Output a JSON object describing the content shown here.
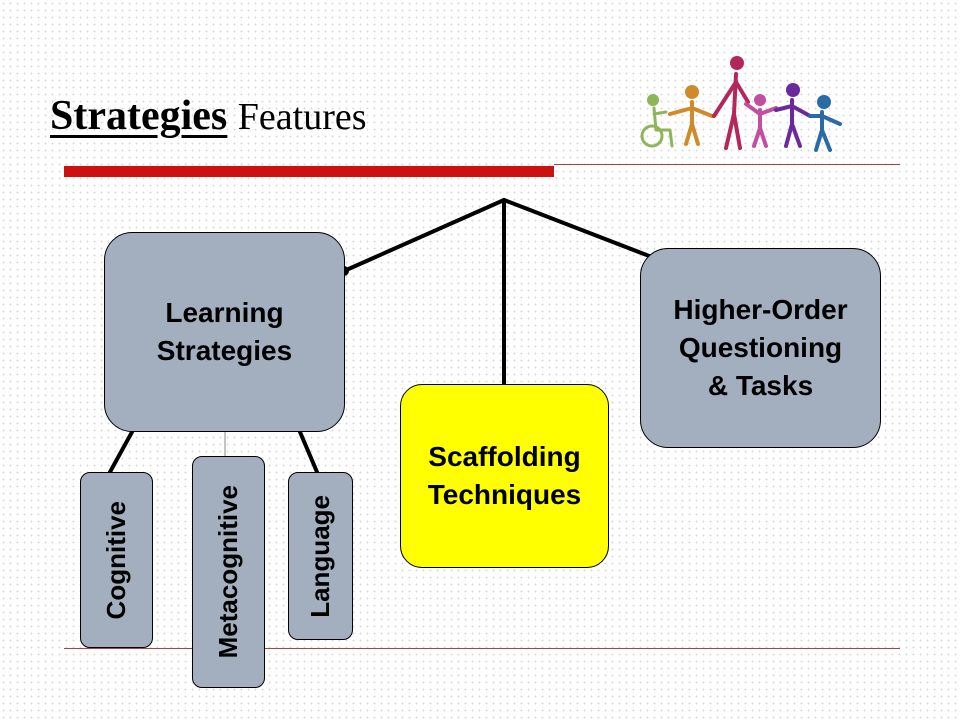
{
  "title": {
    "main": "Strategies",
    "sub": "Features"
  },
  "boxes": {
    "learning": "Learning\nStrategies",
    "scaffolding": "Scaffolding\nTechniques",
    "higher_order": "Higher-Order\nQuestioning\n& Tasks"
  },
  "sub_boxes": {
    "cognitive": "Cognitive",
    "metacognitive": "Metacognitive",
    "language": "Language"
  },
  "colors": {
    "box_gray": "#a3afbf",
    "box_yellow": "#ffff00",
    "accent_red": "#cc1111"
  },
  "icons": {
    "people": "people-holding-hands-icon"
  }
}
